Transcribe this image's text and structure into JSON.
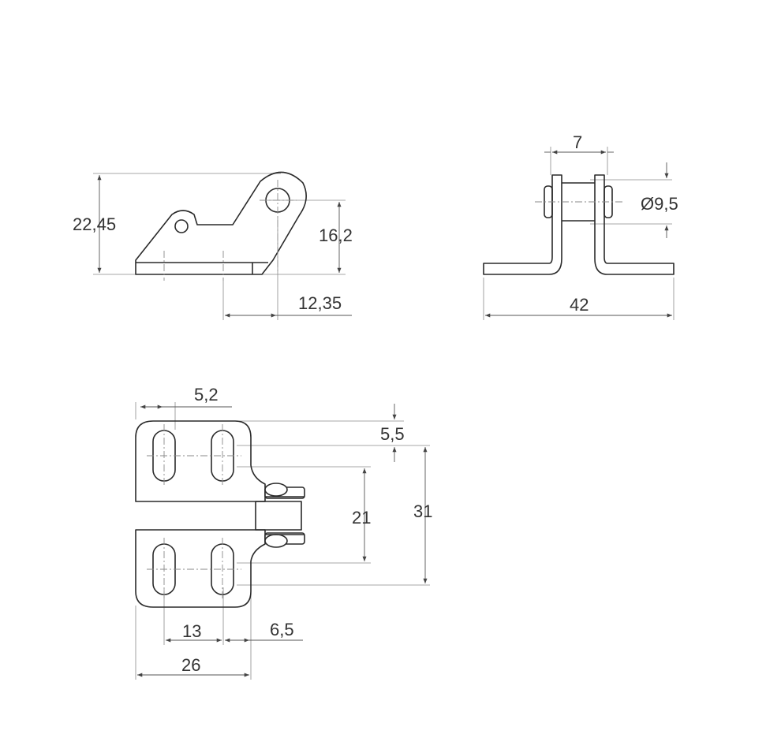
{
  "drawing": {
    "side_view": {
      "height_total": "22,45",
      "height_pin": "16,2",
      "offset_pin": "12,35"
    },
    "front_view": {
      "pin_gap": "7",
      "pin_diameter": "Ø9,5",
      "width_total": "42"
    },
    "plan_view": {
      "slot_width": "5,2",
      "slot_length": "5,5",
      "slot_pitch_vertical": "21",
      "height_total": "31",
      "slot_pitch_horizontal": "13",
      "edge_offset": "6,5",
      "width_total": "26"
    }
  }
}
